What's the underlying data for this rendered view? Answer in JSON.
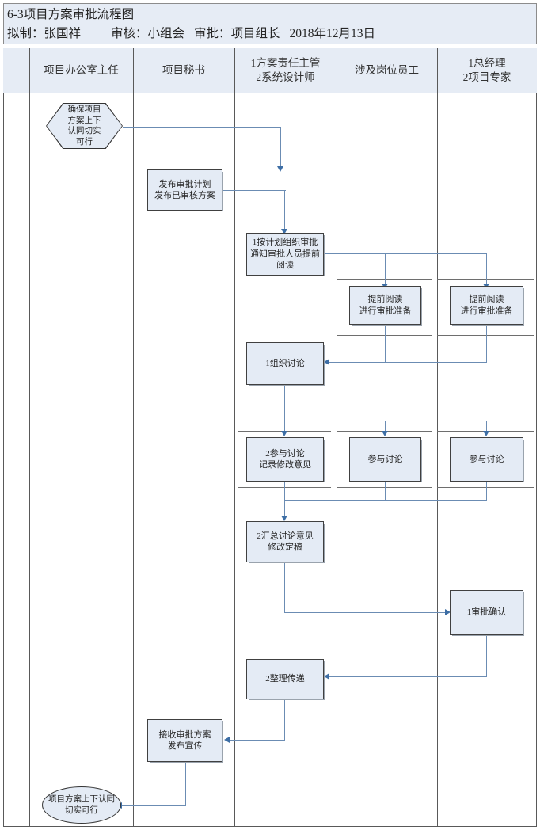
{
  "header": {
    "title": "6-3项目方案审批流程图",
    "prepared_label": "拟制：张国祥",
    "review_label": "审核：小组会",
    "approve_label": "审批：项目组长",
    "date": "2018年12月13日"
  },
  "lanes": [
    {
      "id": "spacer",
      "label": ""
    },
    {
      "id": "office-director",
      "label": "项目办公室主任"
    },
    {
      "id": "project-secretary",
      "label": "项目秘书"
    },
    {
      "id": "plan-supervisor",
      "label": "1方案责任主管\n2系统设计师"
    },
    {
      "id": "involved-staff",
      "label": "涉及岗位员工"
    },
    {
      "id": "general-manager",
      "label": "1总经理\n2项目专家"
    }
  ],
  "nodes": [
    {
      "id": "start-hexagon",
      "shape": "hexagon",
      "lane": "office-director",
      "label": "确保项目\n方案上下\n认同切实\n可行"
    },
    {
      "id": "publish-plan",
      "shape": "process",
      "lane": "project-secretary",
      "label": "发布审批计划\n发布已审核方案"
    },
    {
      "id": "organize-approval",
      "shape": "process",
      "lane": "plan-supervisor",
      "label": "1按计划组织审批\n通知审批人员提前\n阅读"
    },
    {
      "id": "pre-read-staff",
      "shape": "process",
      "lane": "involved-staff",
      "label": "提前阅读\n进行审批准备"
    },
    {
      "id": "pre-read-manager",
      "shape": "process",
      "lane": "general-manager",
      "label": "提前阅读\n进行审批准备"
    },
    {
      "id": "organize-discussion",
      "shape": "process",
      "lane": "plan-supervisor",
      "label": "1组织讨论"
    },
    {
      "id": "join-discussion-record",
      "shape": "process",
      "lane": "plan-supervisor",
      "label": "2参与讨论\n记录修改意见"
    },
    {
      "id": "join-discussion-staff",
      "shape": "process",
      "lane": "involved-staff",
      "label": "参与讨论"
    },
    {
      "id": "join-discussion-manager",
      "shape": "process",
      "lane": "general-manager",
      "label": "参与讨论"
    },
    {
      "id": "summarize-opinions",
      "shape": "process",
      "lane": "plan-supervisor",
      "label": "2汇总讨论意见\n修改定稿"
    },
    {
      "id": "approval-confirm",
      "shape": "process",
      "lane": "general-manager",
      "label": "1审批确认"
    },
    {
      "id": "organize-deliver",
      "shape": "process",
      "lane": "plan-supervisor",
      "label": "2整理传递"
    },
    {
      "id": "receive-publish",
      "shape": "process",
      "lane": "project-secretary",
      "label": "接收审批方案\n发布宣传"
    },
    {
      "id": "end-ellipse",
      "shape": "ellipse",
      "lane": "office-director",
      "label": "项目方案上下认同\n切实可行"
    }
  ],
  "colors": {
    "node_fill": "#e4ebf5",
    "node_border": "#404040",
    "connector": "#6b8cb3",
    "arrow": "#3d6ea5",
    "header_fill": "#e6ecf5",
    "frame_border": "#595959",
    "separator": "#6e6e6e"
  }
}
